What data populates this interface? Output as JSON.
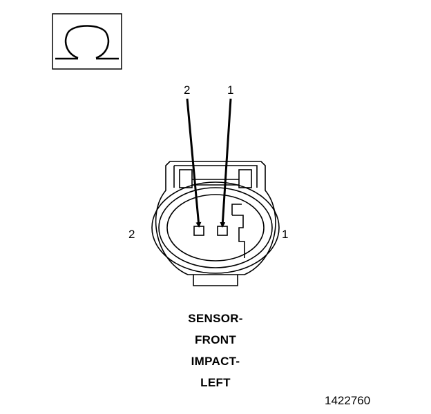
{
  "symbol": {
    "icon": "ohm-icon"
  },
  "pins": {
    "top_left": "2",
    "top_right": "1",
    "side_left": "2",
    "side_right": "1"
  },
  "caption": {
    "line1": "SENSOR-",
    "line2": "FRONT",
    "line3": "IMPACT-",
    "line4": "LEFT"
  },
  "figure_id": "1422760"
}
